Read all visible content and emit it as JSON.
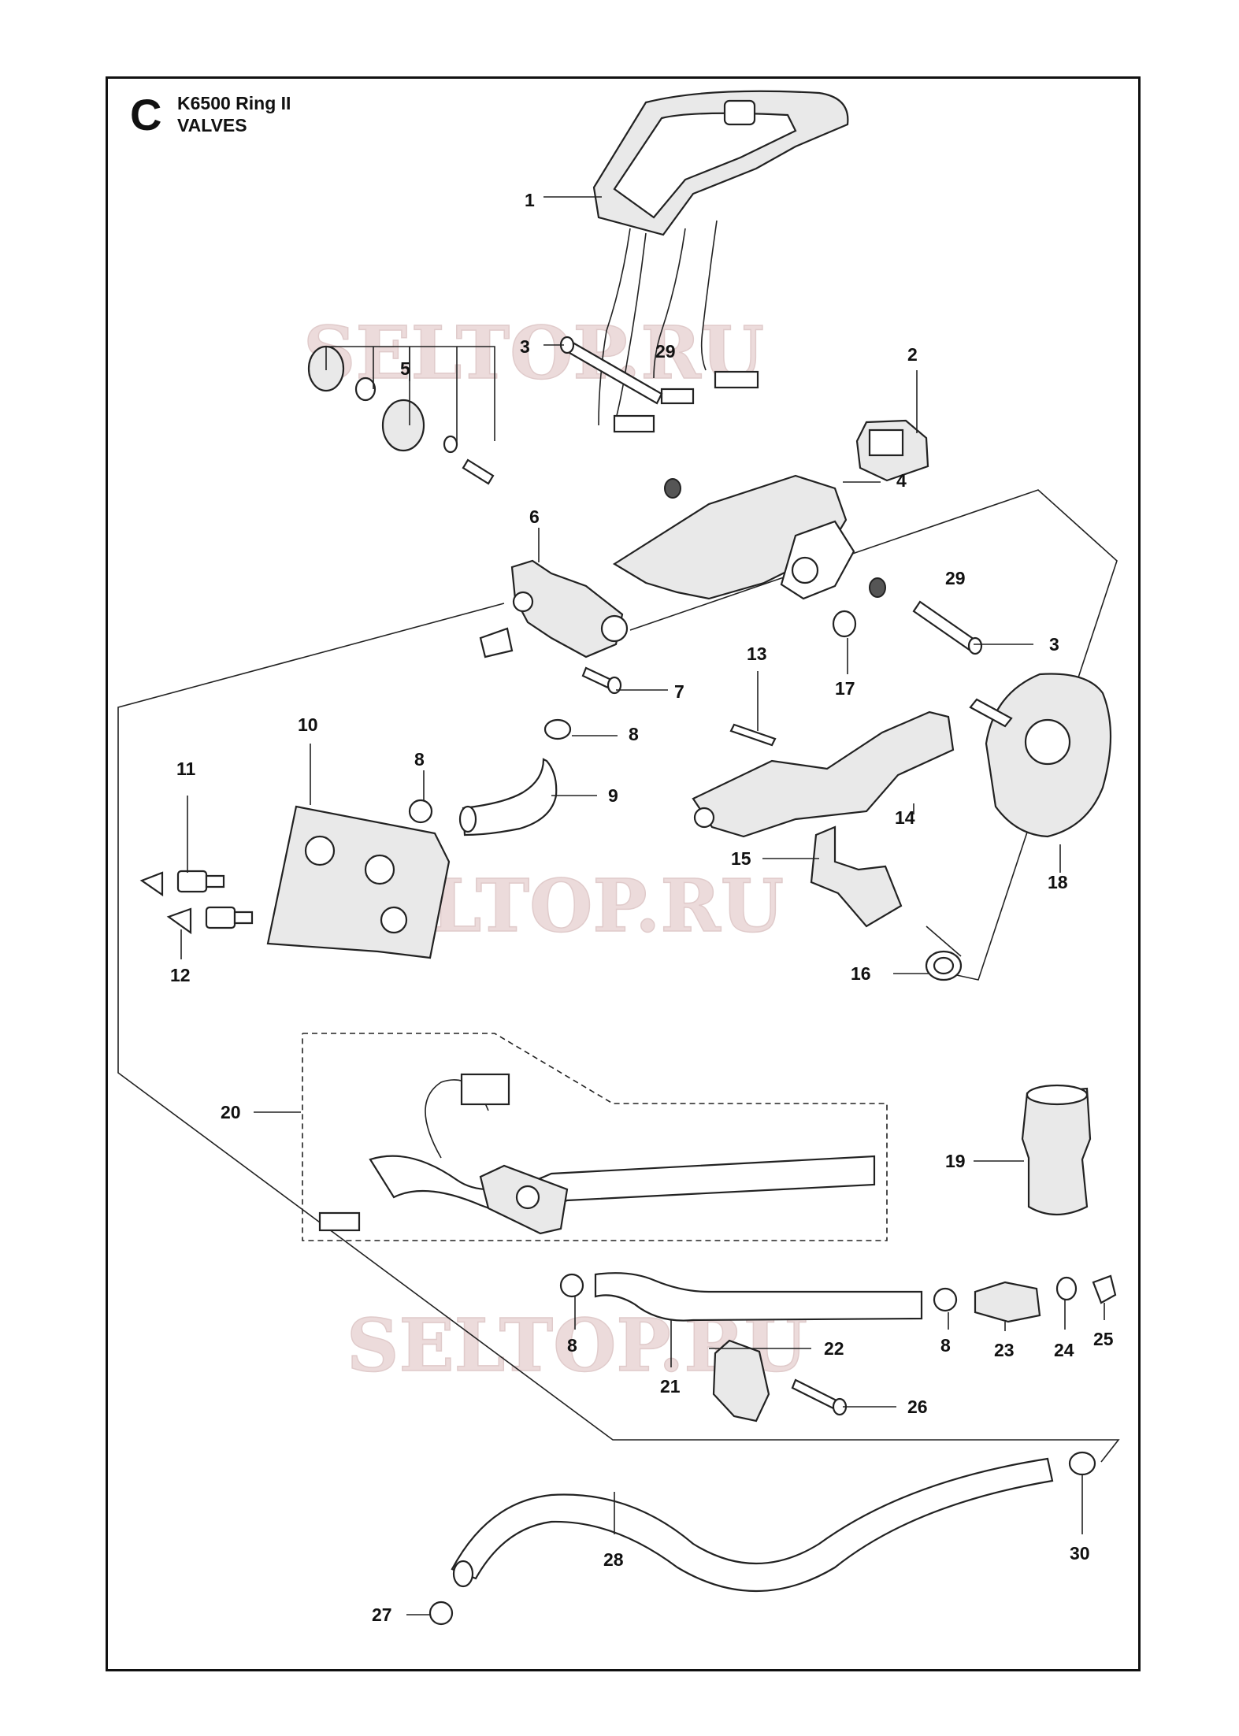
{
  "title": {
    "section_letter": "C",
    "model": "K6500 Ring II",
    "section_name": "VALVES"
  },
  "watermark": "SELTOP.RU",
  "callouts": {
    "c1": "1",
    "c2": "2",
    "c3a": "3",
    "c3b": "3",
    "c4": "4",
    "c5": "5",
    "c6": "6",
    "c7": "7",
    "c8a": "8",
    "c8b": "8",
    "c8c": "8",
    "c8d": "8",
    "c9": "9",
    "c10": "10",
    "c11": "11",
    "c12": "12",
    "c13": "13",
    "c14": "14",
    "c15": "15",
    "c16": "16",
    "c17": "17",
    "c18": "18",
    "c19": "19",
    "c20": "20",
    "c21": "21",
    "c22": "22",
    "c23": "23",
    "c24": "24",
    "c25": "25",
    "c26": "26",
    "c27": "27",
    "c28": "28",
    "c29a": "29",
    "c29b": "29",
    "c30": "30"
  },
  "colors": {
    "line": "#222222",
    "watermark": "#e6cfcf"
  }
}
